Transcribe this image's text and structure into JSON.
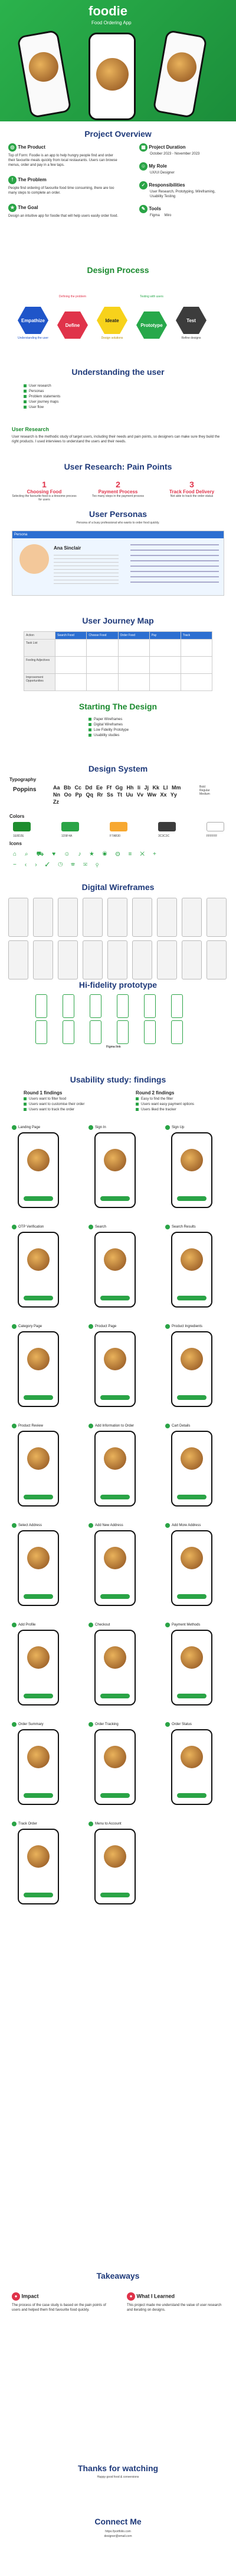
{
  "hero": {
    "brand": "foodie",
    "subtitle": "Food Ordering App"
  },
  "overview": {
    "title": "Project Overview",
    "product": {
      "heading": "The Product",
      "text": "Top of Form: Foodie is an app to help hungry people find and order their favourite meals quickly from local restaurants. Users can browse menus, order and pay in a few taps."
    },
    "duration": {
      "heading": "Project Duration",
      "text": "October 2023 - November 2023"
    },
    "role": {
      "heading": "My Role",
      "text": "UX/UI Designer"
    },
    "problem": {
      "heading": "The Problem",
      "text": "People find ordering of favourite food time consuming, there are too many steps to complete an order."
    },
    "responsibilities": {
      "heading": "Responsibilities",
      "text": "User Research, Prototyping, Wireframing, Usability Testing"
    },
    "goal": {
      "heading": "The Goal",
      "text": "Design an intuitive app for foodie that will help users easily order food."
    },
    "tools": {
      "heading": "Tools",
      "items": [
        "Figma",
        "Miro"
      ]
    }
  },
  "process": {
    "title": "Design Process",
    "steps": [
      "Empathize",
      "Define",
      "Ideate",
      "Prototype",
      "Test"
    ],
    "notes": [
      "Understanding the user",
      "Defining the problem",
      "Design solutions",
      "Testing with users",
      "Refine designs"
    ]
  },
  "understanding": {
    "title": "Understanding the user",
    "items": [
      "User research",
      "Personas",
      "Problem statements",
      "User journey maps",
      "User flow"
    ],
    "research_heading": "User Research",
    "research_text": "User research is the methodic study of target users, including their needs and pain points, so designers can make sure they build the right products. I used interviews to understand the users and their needs."
  },
  "painpoints": {
    "title": "User Research: Pain Points",
    "items": [
      {
        "num": "1",
        "title": "Choosing Food",
        "text": "Selecting the favourite food is a tiresome process for users"
      },
      {
        "num": "2",
        "title": "Payment Process",
        "text": "Too many steps in the payment process"
      },
      {
        "num": "3",
        "title": "Track Food Delivery",
        "text": "Not able to track the order status"
      }
    ]
  },
  "personas": {
    "title": "User Personas",
    "intro": "Persona of a busy professional who wants to order food quickly.",
    "name": "Ana Sinclair",
    "badge": "Persona"
  },
  "journey": {
    "title": "User Journey Map",
    "headers": [
      "Action",
      "Search Food",
      "Choose Food",
      "Order Food",
      "Pay",
      "Track"
    ],
    "rows": [
      "Task List",
      "Feeling Adjectives",
      "Improvement Opportunities"
    ]
  },
  "starting": {
    "title": "Starting The Design",
    "items": [
      "Paper Wireframes",
      "Digital Wireframes",
      "Low Fidelity Prototype",
      "Usability studies"
    ]
  },
  "design_system": {
    "title": "Design System",
    "typography_label": "Typography",
    "font_name": "Poppins",
    "sample": "Aa Bb Cc Dd Ee Ff Gg Hh Ii Jj Kk Ll Mm Nn Oo Pp Qq Rr Ss Tt Uu Vv Ww Xx Yy Zz",
    "weights": [
      "Bold",
      "Regular",
      "Medium"
    ],
    "colors_label": "Colors",
    "colors": [
      {
        "hex": "#1E8D2E",
        "label": "1E8D2E"
      },
      {
        "hex": "#2AA446",
        "label": "1D9F4A"
      },
      {
        "hex": "#F7A831",
        "label": "F7AB30"
      },
      {
        "hex": "#3C3C3C",
        "label": "3C3C3C"
      },
      {
        "hex": "#FFFFFF",
        "label": "FFFFFF"
      }
    ],
    "icons_label": "Icons"
  },
  "wireframes": {
    "title": "Digital Wireframes"
  },
  "hifi": {
    "title": "Hi-fidelity prototype",
    "caption": "Figma link"
  },
  "usability": {
    "title": "Usability study: findings",
    "round1": {
      "heading": "Round 1 findings",
      "items": [
        "Users want to filter food",
        "Users want to customise their order",
        "Users want to track the order"
      ]
    },
    "round2": {
      "heading": "Round 2 findings",
      "items": [
        "Easy to find the filter",
        "Users want easy payment options",
        "Users liked the tracker"
      ]
    }
  },
  "screens": {
    "labels": [
      "Landing Page",
      "Sign In",
      "Sign Up",
      "OTP Verification",
      "Search",
      "Search Results",
      "Category Page",
      "Product Page",
      "Product Ingredients",
      "Product Review",
      "Add Information to Order",
      "Cart Details",
      "Select Address",
      "Add New Address",
      "Add More Address",
      "Add Profile",
      "Checkout",
      "Payment Methods",
      "Order Summary",
      "Order Tracking",
      "Order Status",
      "Track Order",
      "Menu to Account"
    ]
  },
  "takeaways": {
    "title": "Takeaways",
    "impact_heading": "Impact",
    "impact_text": "The process of the case study is based on the pain points of users and helped them find favourite food quickly.",
    "learned_heading": "What I Learned",
    "learned_text": "This project made me understand the value of user research and iterating on designs."
  },
  "thanks": {
    "title": "Thanks for watching",
    "text": "Happy good food & conversions"
  },
  "connect": {
    "title": "Connect Me",
    "line1": "https://portfolio.com",
    "line2": "designer@email.com"
  }
}
